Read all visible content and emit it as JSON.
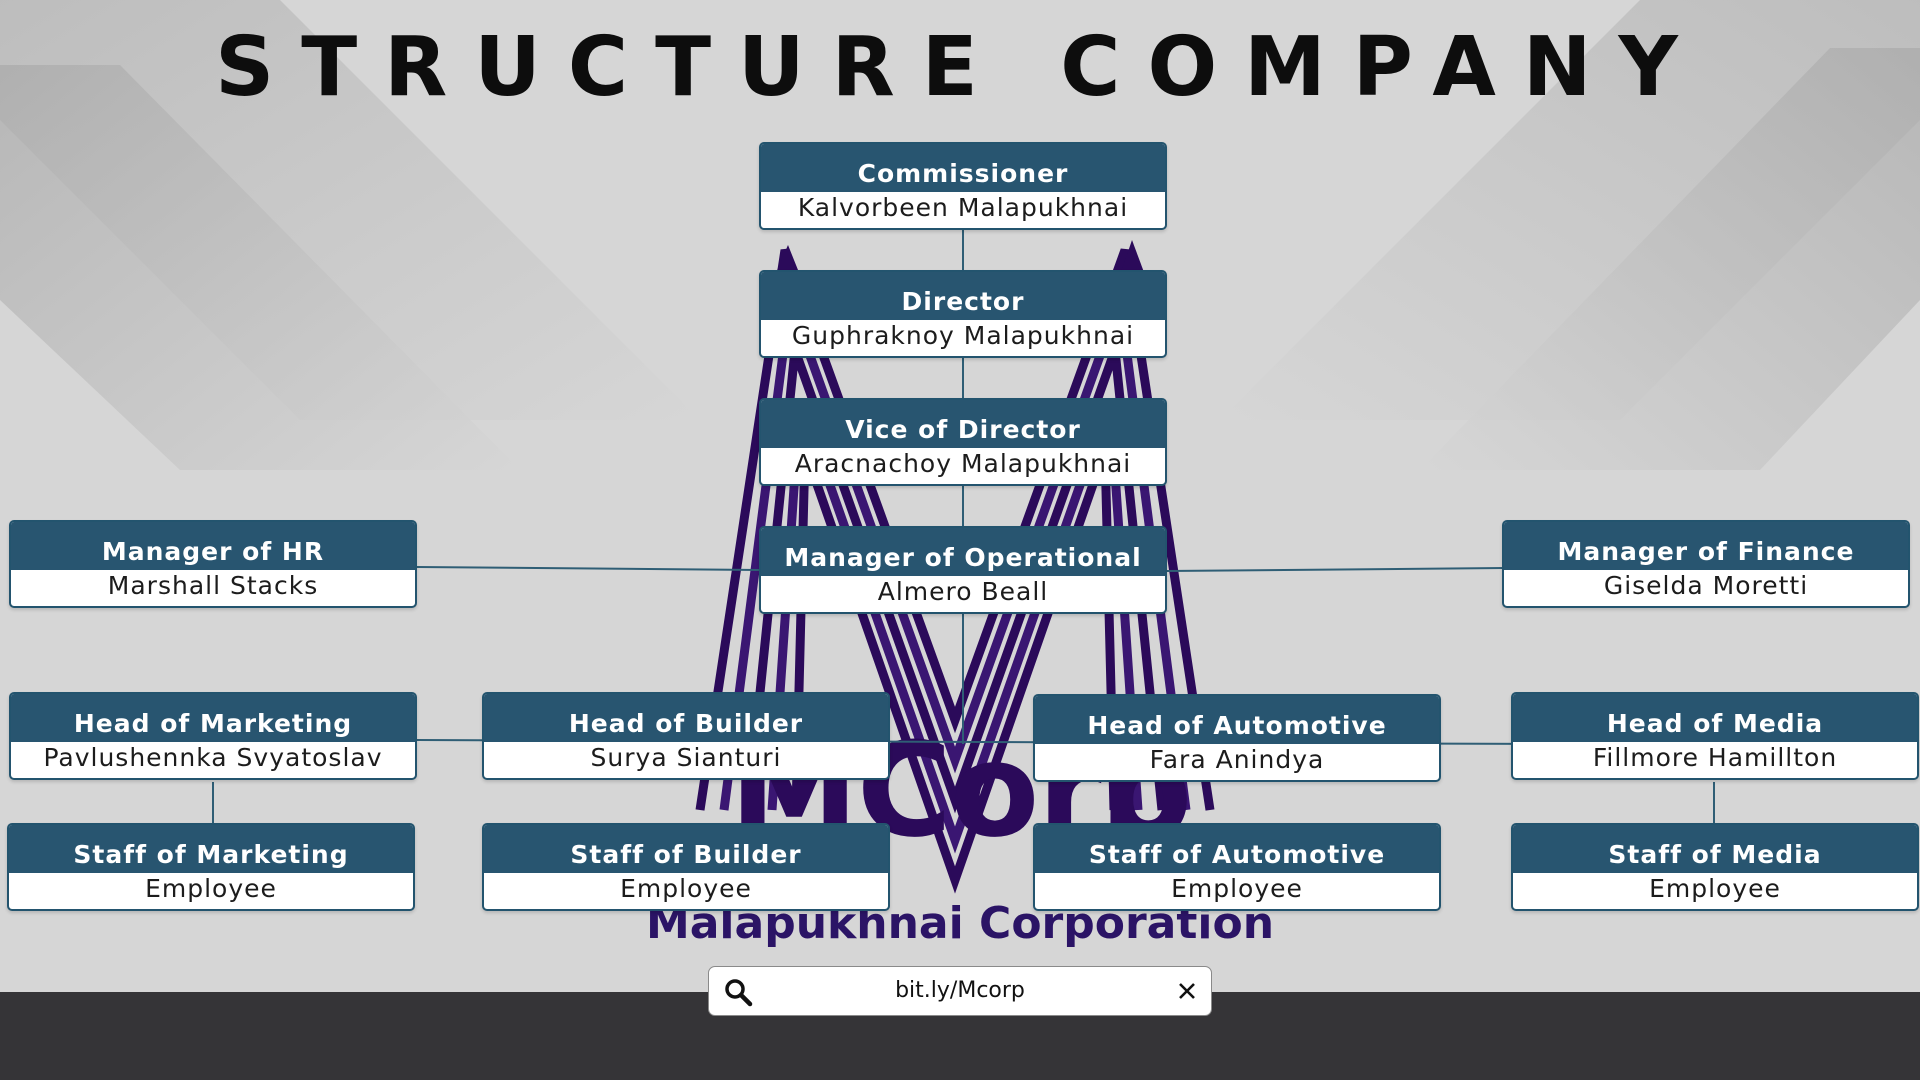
{
  "title": "STRUCTURE COMPANY",
  "brand": {
    "logo_text": "MCorp",
    "name": "Malapukhnai Corporation",
    "logo_color": "#2b0a5a"
  },
  "colors": {
    "node_header": "#285570",
    "node_border": "#23546e",
    "background": "#d6d6d6",
    "footer": "#353437"
  },
  "nodes": {
    "commissioner": {
      "role": "Commissioner",
      "person": "Kalvorbeen Malapukhnai"
    },
    "director": {
      "role": "Director",
      "person": "Guphraknoy Malapukhnai"
    },
    "vice_director": {
      "role": "Vice of Director",
      "person": "Aracnachoy Malapukhnai"
    },
    "manager_operational": {
      "role": "Manager of Operational",
      "person": "Almero Beall"
    },
    "manager_hr": {
      "role": "Manager of HR",
      "person": "Marshall Stacks"
    },
    "manager_finance": {
      "role": "Manager of Finance",
      "person": "Giselda Moretti"
    },
    "head_marketing": {
      "role": "Head of Marketing",
      "person": "Pavlushennka Svyatoslav"
    },
    "head_builder": {
      "role": "Head of Builder",
      "person": "Surya Sianturi"
    },
    "head_automotive": {
      "role": "Head of Automotive",
      "person": "Fara Anindya"
    },
    "head_media": {
      "role": "Head of Media",
      "person": "Fillmore Hamillton"
    },
    "staff_marketing": {
      "role": "Staff of Marketing",
      "person": "Employee"
    },
    "staff_builder": {
      "role": "Staff of Builder",
      "person": "Employee"
    },
    "staff_automotive": {
      "role": "Staff of Automotive",
      "person": "Employee"
    },
    "staff_media": {
      "role": "Staff of Media",
      "person": "Employee"
    }
  },
  "search": {
    "value": "bit.ly/Mcorp",
    "icon": "search-icon",
    "clear_icon": "close-icon"
  }
}
